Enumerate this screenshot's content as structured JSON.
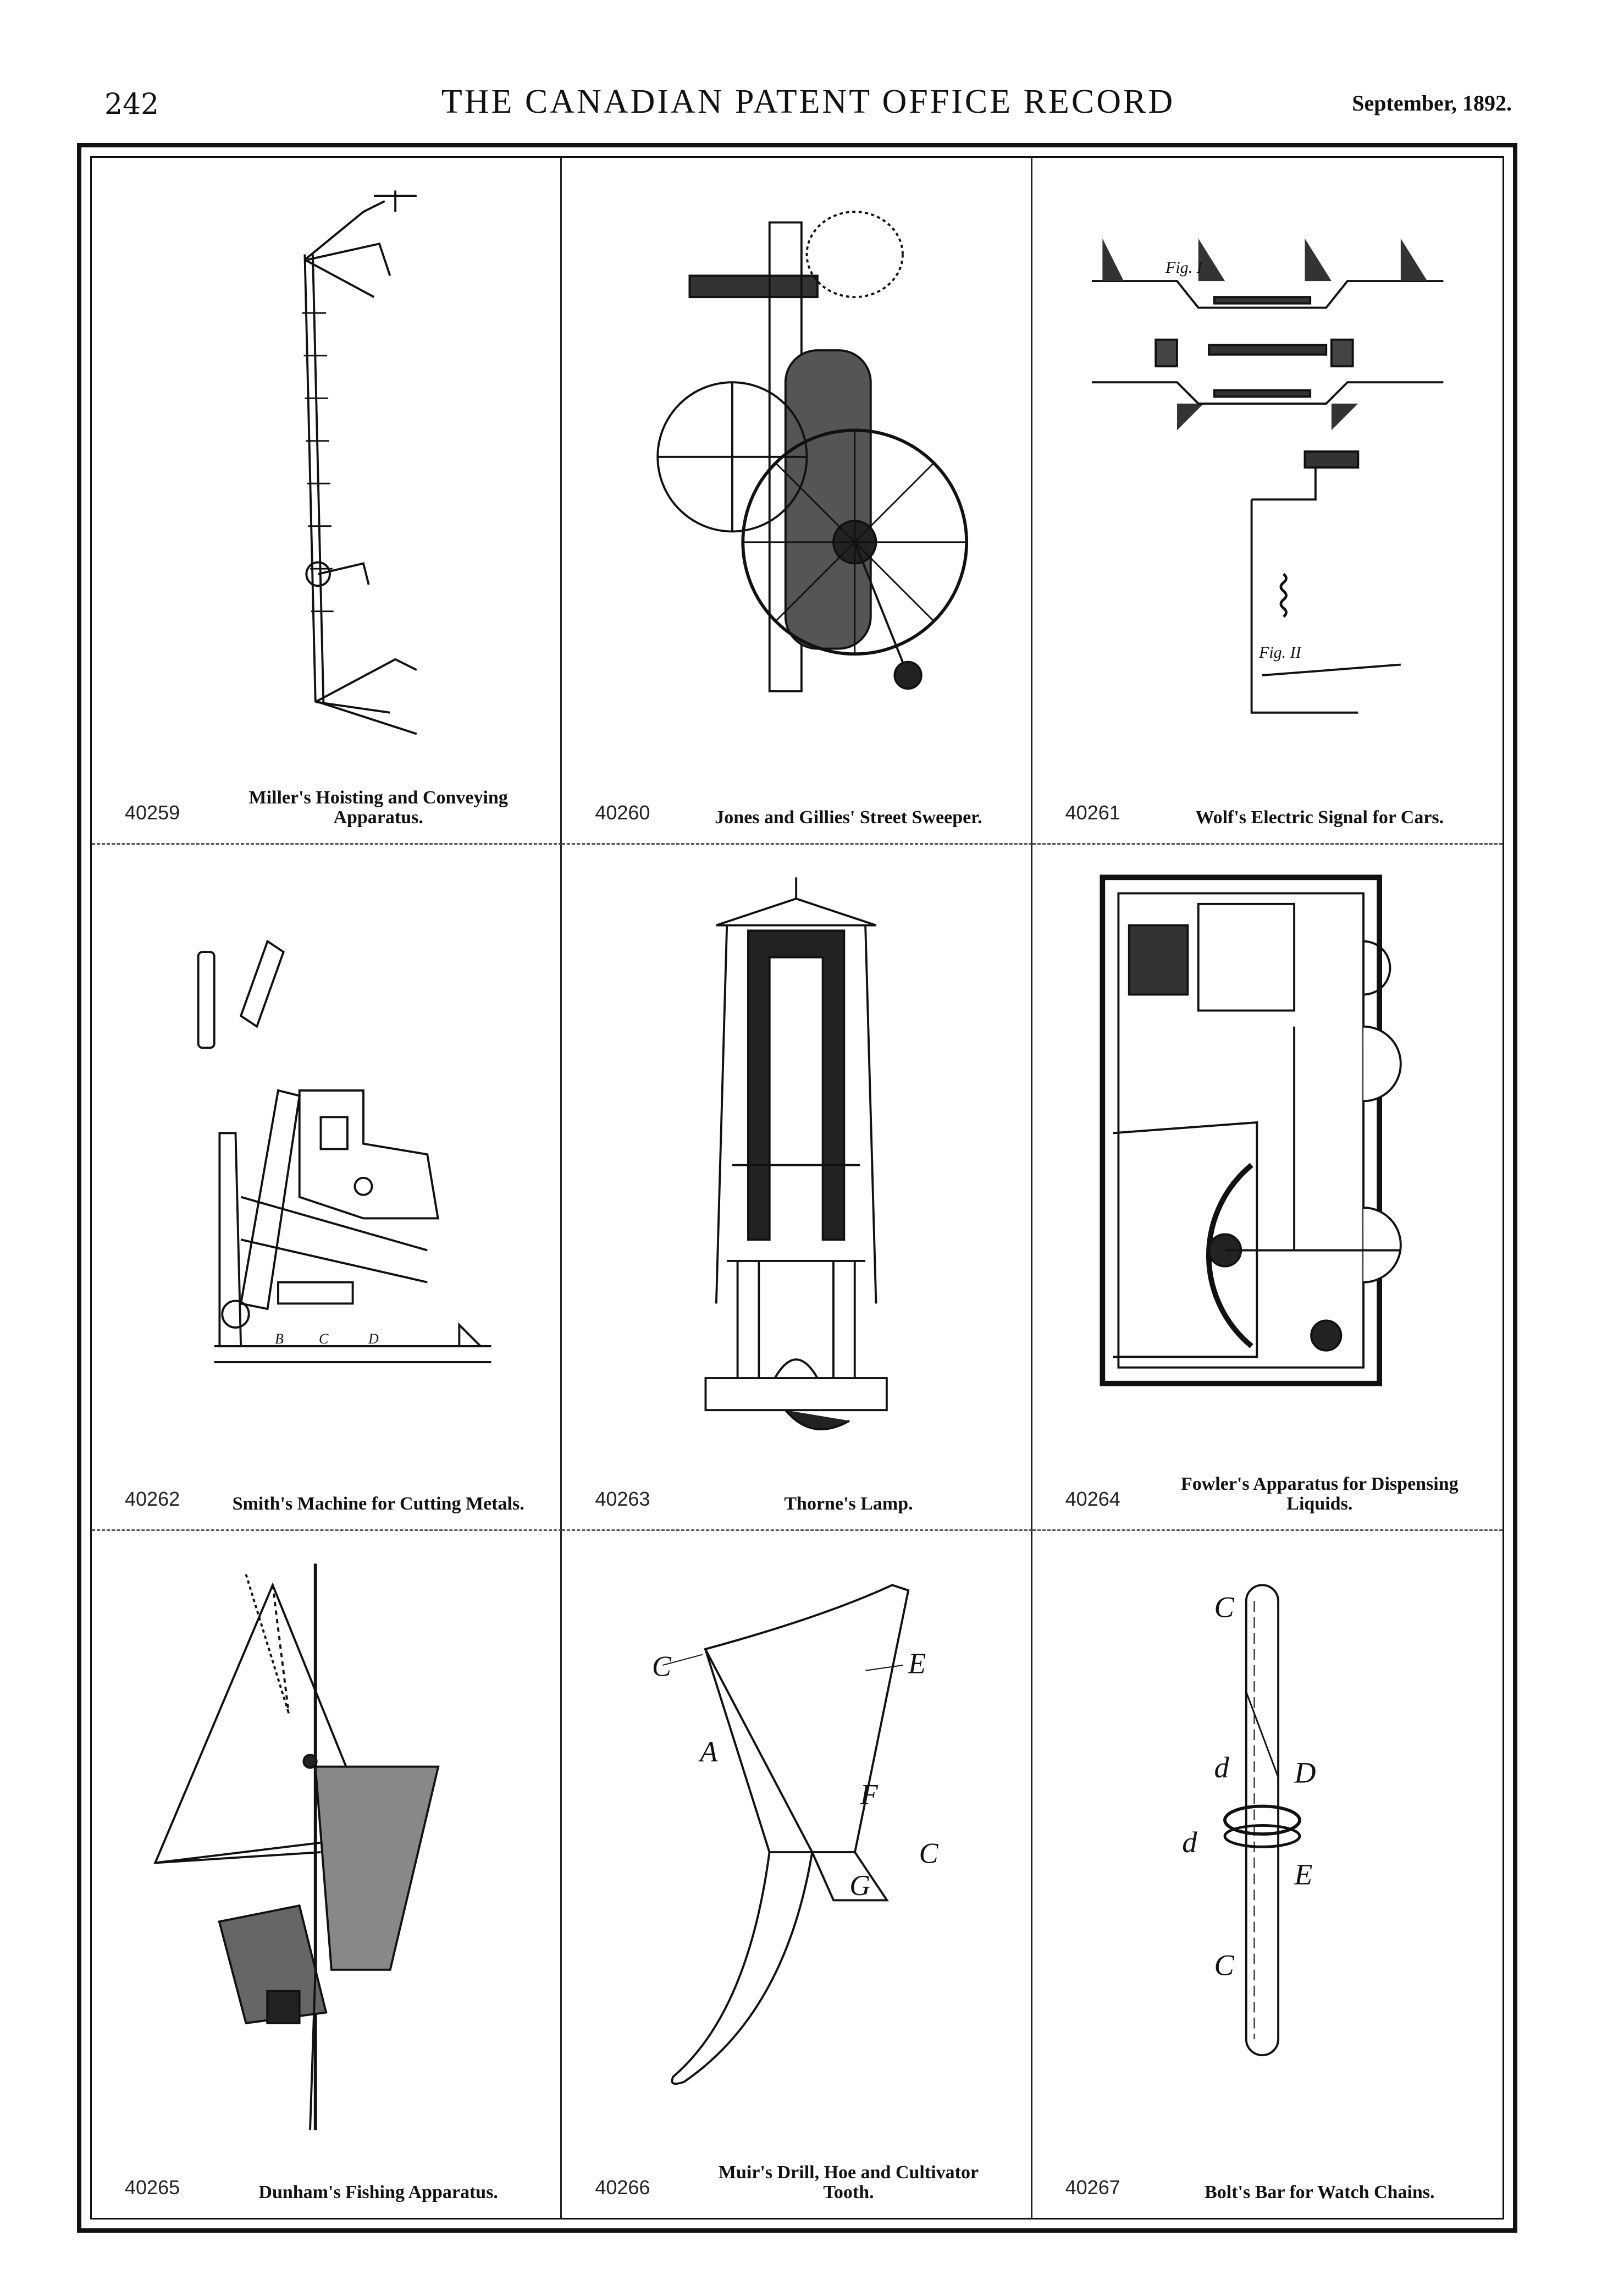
{
  "header": {
    "page_number": "242",
    "title": "THE CANADIAN PATENT OFFICE RECORD",
    "date": "September, 1892."
  },
  "patents": [
    {
      "number": "40259",
      "title": "Miller's Hoisting and Conveying Apparatus.",
      "drawing": "hoisting-apparatus"
    },
    {
      "number": "40260",
      "title": "Jones and Gillies' Street Sweeper.",
      "drawing": "street-sweeper"
    },
    {
      "number": "40261",
      "title": "Wolf's Electric Signal for Cars.",
      "drawing": "electric-signal",
      "labels": [
        "Fig. I",
        "Fig. II"
      ]
    },
    {
      "number": "40262",
      "title": "Smith's Machine for Cutting Metals.",
      "drawing": "metal-cutter",
      "labels": [
        "B",
        "C",
        "D"
      ]
    },
    {
      "number": "40263",
      "title": "Thorne's Lamp.",
      "drawing": "lamp"
    },
    {
      "number": "40264",
      "title": "Fowler's Apparatus for Dispensing Liquids.",
      "drawing": "dispensing-apparatus"
    },
    {
      "number": "40265",
      "title": "Dunham's Fishing Apparatus.",
      "drawing": "fishing-apparatus"
    },
    {
      "number": "40266",
      "title": "Muir's Drill, Hoe and Cultivator Tooth.",
      "drawing": "cultivator-tooth",
      "labels": [
        "C",
        "E",
        "A",
        "F",
        "C",
        "G"
      ]
    },
    {
      "number": "40267",
      "title": "Bolt's Bar for Watch Chains.",
      "drawing": "watch-chain-bar",
      "labels": [
        "C",
        "d",
        "D",
        "d",
        "E",
        "C"
      ]
    }
  ]
}
